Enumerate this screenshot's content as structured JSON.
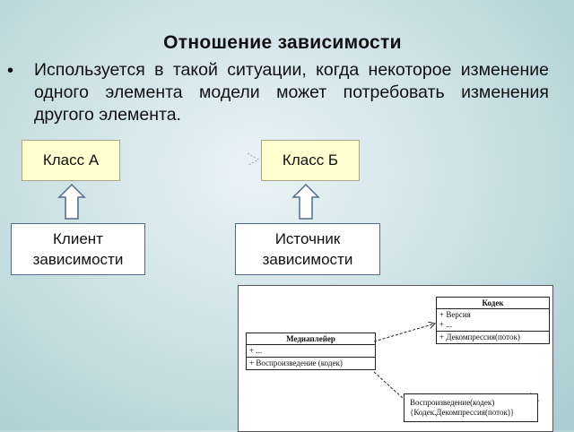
{
  "title": "Отношение зависимости",
  "bullet": "Используется в такой ситуации, когда некоторое изменение одного элемента модели может потребовать изменения другого элемента.",
  "classes": {
    "a": "Класс А",
    "b": "Класс Б"
  },
  "roles": {
    "client": [
      "Клиент",
      "зависимости"
    ],
    "source": [
      "Источник",
      "зависимости"
    ]
  },
  "uml": {
    "mediaplayer": {
      "name": "Медиаплейер",
      "attrs": [
        "+ ..."
      ],
      "ops": [
        "+ Воспроизведение (кодек)"
      ]
    },
    "codec": {
      "name": "Кодек",
      "attrs": [
        "+ Версия",
        "+ ..."
      ],
      "ops": [
        "+ Декомпрессия(поток)"
      ]
    },
    "note": [
      "Воспроизведение(кодек)",
      "{Кодек.Декомпрессия(поток)}"
    ]
  },
  "colors": {
    "class_fill": "#ffffcf",
    "role_border": "#4f6d8a"
  }
}
